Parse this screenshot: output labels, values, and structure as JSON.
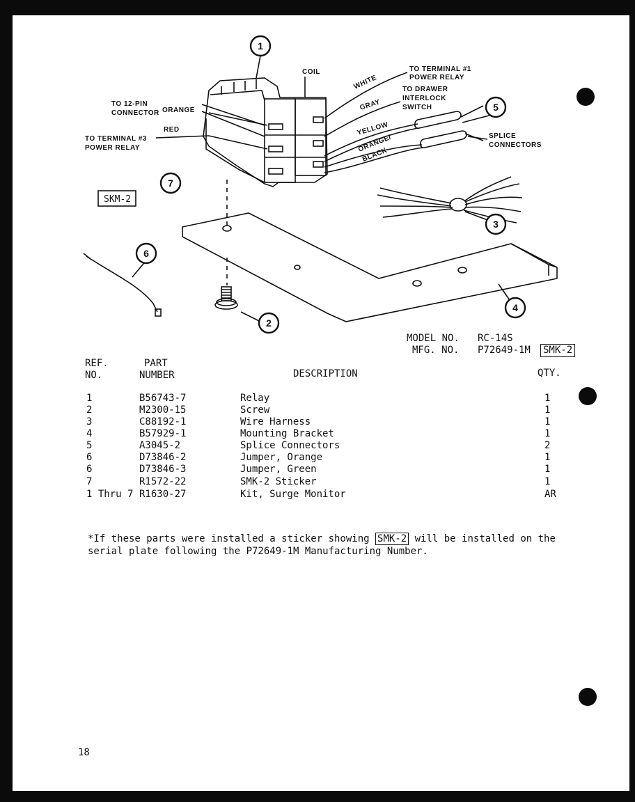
{
  "diagram": {
    "callouts": [
      "1",
      "2",
      "3",
      "4",
      "5",
      "6",
      "7"
    ],
    "labels": {
      "coil": "COIL",
      "white": "WHITE",
      "to_terminal_1_line1": "TO TERMINAL #1",
      "to_terminal_1_line2": "POWER RELAY",
      "to_12pin_line1": "TO 12-PIN",
      "to_12pin_line2": "CONNECTOR",
      "orange": "ORANGE",
      "gray": "GRAY",
      "to_drawer_line1": "TO DRAWER",
      "to_drawer_line2": "INTERLOCK",
      "to_drawer_line3": "SWITCH",
      "red": "RED",
      "to_terminal_3_line1": "TO TERMINAL #3",
      "to_terminal_3_line2": "POWER RELAY",
      "yellow": "YELLOW",
      "orange_black_line1": "ORANGE/",
      "orange_black_line2": "BLACK",
      "splice_line1": "SPLICE",
      "splice_line2": "CONNECTORS",
      "skm": "SKM-2"
    }
  },
  "model": {
    "model_label": "MODEL NO.",
    "model_value": "RC-14S",
    "mfg_label": "MFG. NO.",
    "mfg_value": "P72649-1M",
    "mfg_badge": "SMK-2"
  },
  "table": {
    "headers": {
      "ref_line1": "REF.",
      "ref_line2": "NO.",
      "part_line1": "PART",
      "part_line2": "NUMBER",
      "description": "DESCRIPTION",
      "qty": "QTY."
    },
    "rows": [
      {
        "ref": "1",
        "part": "B56743-7",
        "desc": "Relay",
        "qty": "1"
      },
      {
        "ref": "2",
        "part": "M2300-15",
        "desc": "Screw",
        "qty": "1"
      },
      {
        "ref": "3",
        "part": "C88192-1",
        "desc": "Wire Harness",
        "qty": "1"
      },
      {
        "ref": "4",
        "part": "B57929-1",
        "desc": "Mounting Bracket",
        "qty": "1"
      },
      {
        "ref": "5",
        "part": "A3045-2",
        "desc": "Splice Connectors",
        "qty": "2"
      },
      {
        "ref": "6",
        "part": "D73846-2",
        "desc": "Jumper, Orange",
        "qty": "1"
      },
      {
        "ref": "6",
        "part": "D73846-3",
        "desc": "Jumper, Green",
        "qty": "1"
      },
      {
        "ref": "7",
        "part": "R1572-22",
        "desc": "SMK-2 Sticker",
        "qty": "1"
      },
      {
        "ref": "1 Thru 7",
        "part": "R1630-27",
        "desc": "Kit, Surge Monitor",
        "qty": "AR"
      }
    ]
  },
  "footnote": {
    "line1_before": "*If these parts were installed a sticker showing",
    "line1_badge": "SMK-2",
    "line1_after": "will be installed on the",
    "line2": "serial plate following the P72649-1M Manufacturing Number."
  },
  "page_number": "18"
}
